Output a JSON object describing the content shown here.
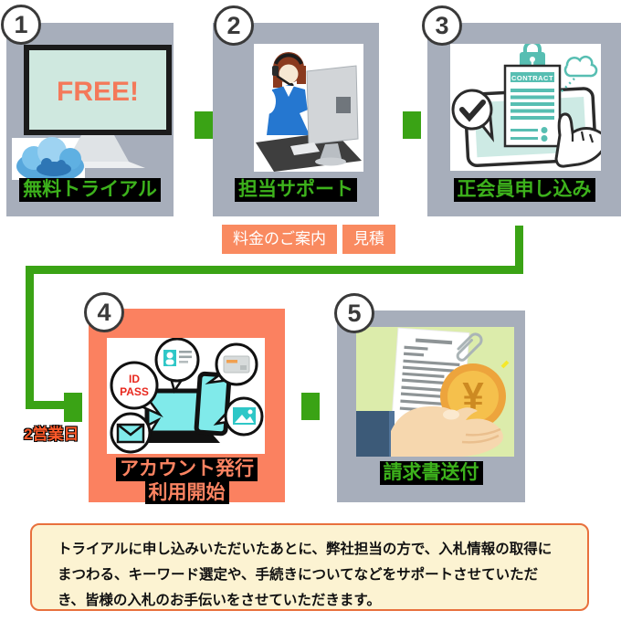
{
  "flow": {
    "steps": [
      {
        "number": "1",
        "label": "無料トライアル",
        "screen_text": "FREE!"
      },
      {
        "number": "2",
        "label": "担当サポート"
      },
      {
        "number": "3",
        "label": "正会員申し込み",
        "document_title": "CONTRACT"
      },
      {
        "number": "4",
        "label_line1": "アカウント発行",
        "label_line2": "利用開始",
        "bubble_id": "ID",
        "bubble_pass": "PASS"
      },
      {
        "number": "5",
        "label": "請求書送付",
        "coin_symbol": "¥"
      }
    ]
  },
  "badges": {
    "pricing": "料金のご案内",
    "estimate": "見積"
  },
  "annotations": {
    "business_days": "2営業日"
  },
  "footer": {
    "text": "トライアルに申し込みいただいたあとに、弊社担当の方で、入札情報の取得にまつわる、キーワード選定や、手続きについてなどをサポートさせていただき、皆様の入札のお手伝いをさせていただきます。"
  },
  "colors": {
    "box_gray": "#a7aebb",
    "accent_green": "#3aa315",
    "label_green": "#3db21c",
    "salmon": "#fb8361",
    "badge_salmon": "#f98a60",
    "footer_bg": "#fcf3d2",
    "footer_border": "#e8703d",
    "business_days_text": "#ff5a2a",
    "free_text": "#f4795a",
    "teal": "#57beb2",
    "cyan_screen": "#80eaea",
    "coin_gold": "#f5c04c"
  }
}
